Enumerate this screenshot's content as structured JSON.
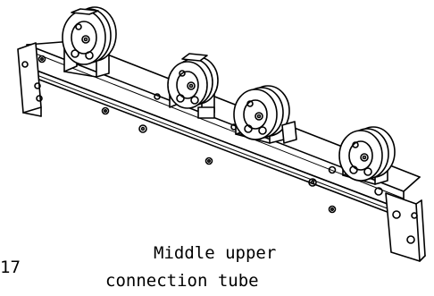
{
  "figure": {
    "number_fragment": "17",
    "caption_line1": "Middle upper",
    "caption_line2": "connection tube"
  },
  "colors": {
    "line": "#000000",
    "background": "#ffffff"
  }
}
